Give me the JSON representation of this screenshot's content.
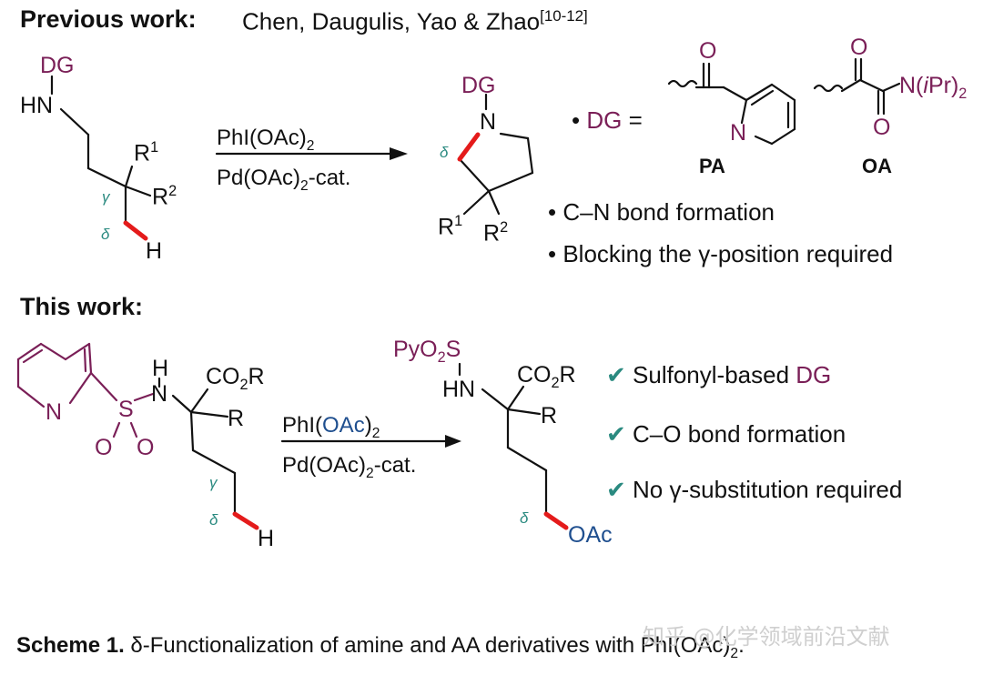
{
  "previous": {
    "header": "Previous work:",
    "authors": "Chen, Daugulis, Yao & Zhao",
    "ref": "[10-12]",
    "substrate": {
      "dg": "DG",
      "hn": "HN",
      "r1": "R",
      "r1_sup": "1",
      "r2": "R",
      "r2_sup": "2",
      "gamma": "γ",
      "delta": "δ",
      "h": "H"
    },
    "conditions": {
      "oxidant": "PhI(OAc)",
      "oxidant_sub": "2",
      "catalyst_a": "Pd(OAc)",
      "catalyst_sub": "2",
      "catalyst_b": "-cat."
    },
    "product": {
      "dg": "DG",
      "n": "N",
      "delta": "δ",
      "r1": "R",
      "r1_sup": "1",
      "r2": "R",
      "r2_sup": "2"
    },
    "dg_def": {
      "bullet": "•",
      "dg": "DG",
      "equals": "=",
      "pa_label": "PA",
      "oa_label": "OA",
      "pa_o": "O",
      "pa_n": "N",
      "oa_o1": "O",
      "oa_o2": "O",
      "oa_amide": "N(",
      "oa_ipr_i": "i",
      "oa_ipr_rest": "Pr)",
      "oa_sub": "2"
    },
    "bullets": [
      "C–N bond formation",
      "Blocking the γ-position required"
    ]
  },
  "this_work": {
    "header": "This work:",
    "substrate": {
      "n": "N",
      "s": "S",
      "o1": "O",
      "o2": "O",
      "h_top": "H",
      "n_amine": "N",
      "co2r_a": "CO",
      "co2r_sub": "2",
      "co2r_b": "R",
      "r": "R",
      "gamma": "γ",
      "delta": "δ",
      "h": "H"
    },
    "conditions": {
      "oxidant_a": "PhI(",
      "oxidant_oac": "OAc",
      "oxidant_b": ")",
      "oxidant_sub": "2",
      "catalyst_a": "Pd(OAc)",
      "catalyst_sub": "2",
      "catalyst_b": "-cat."
    },
    "product": {
      "pyo2s_a": "PyO",
      "pyo2s_sub": "2",
      "pyo2s_b": "S",
      "hn": "HN",
      "co2r_a": "CO",
      "co2r_sub": "2",
      "co2r_b": "R",
      "r": "R",
      "delta": "δ",
      "oac": "OAc"
    },
    "checks": [
      {
        "mark": "✔",
        "text_a": "Sulfonyl-based ",
        "text_dg": "DG"
      },
      {
        "mark": "✔",
        "text_a": "C–O bond formation",
        "text_dg": ""
      },
      {
        "mark": "✔",
        "text_a": "No γ-substitution required",
        "text_dg": ""
      }
    ]
  },
  "caption": {
    "label": "Scheme 1.",
    "text": " δ-Functionalization of amine and AA derivatives with PhI(OAc)",
    "sub": "2",
    "end": "."
  },
  "watermark": "知乎 @化学领域前沿文献",
  "colors": {
    "dg_purple": "#7a1f57",
    "oac_blue": "#1f4f8f",
    "greek_teal": "#2a8a80",
    "bond_red": "#e41b1b"
  }
}
